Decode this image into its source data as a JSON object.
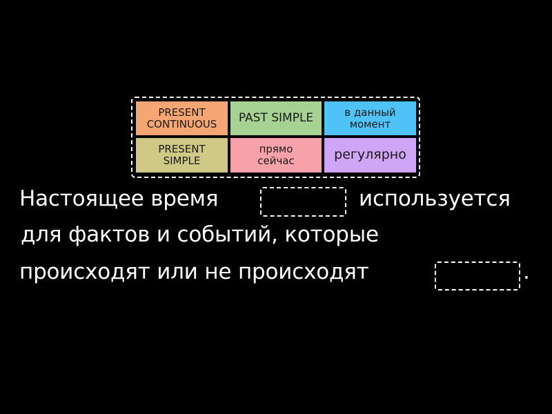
{
  "answer_bank": {
    "tiles": [
      {
        "label": "PRESENT CONTINUOUS",
        "lines": [
          "PRESENT",
          "CONTINUOUS"
        ],
        "color": "#f5a673"
      },
      {
        "label": "PAST SIMPLE",
        "lines": [
          "PAST SIMPLE"
        ],
        "color": "#a6d394"
      },
      {
        "label": "в данный момент",
        "lines": [
          "в данный",
          "момент"
        ],
        "color": "#4fc3f7"
      },
      {
        "label": "PRESENT SIMPLE",
        "lines": [
          "PRESENT",
          "SIMPLE"
        ],
        "color": "#cfc985"
      },
      {
        "label": "прямо сейчас",
        "lines": [
          "прямо",
          "сейчас"
        ],
        "color": "#f7a2ab"
      },
      {
        "label": "регулярно",
        "lines": [
          "регулярно"
        ],
        "color": "#cfa6f7"
      }
    ]
  },
  "sentence": {
    "line1_before": "Настоящее время",
    "line1_after": "используется",
    "line2": "для фактов и событий, которые",
    "line3_before": "происходят или не происходят",
    "line3_after": ".",
    "blanks": [
      {
        "id": 1,
        "value": ""
      },
      {
        "id": 2,
        "value": ""
      }
    ]
  },
  "colors": {
    "background": "#000000",
    "text": "#ffffff",
    "tile_text": "#1a1a1a"
  }
}
